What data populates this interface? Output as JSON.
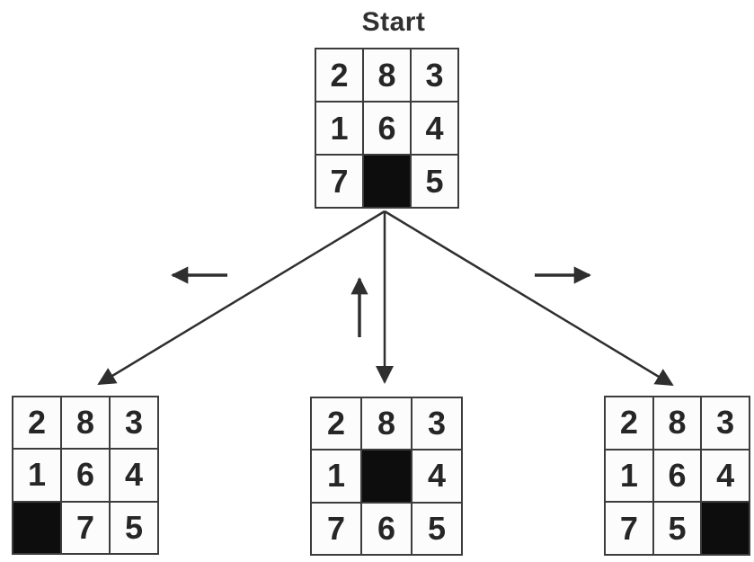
{
  "title": "Start",
  "colors": {
    "background": "#ffffff",
    "line": "#2f2f2f",
    "grid_border": "#3c3c3c",
    "tile_bg": "#fcfcfc",
    "blank_bg": "#0d0d0d",
    "number": "#262626",
    "title_color": "#303030"
  },
  "puzzles": {
    "start": {
      "rows": [
        [
          "2",
          "8",
          "3"
        ],
        [
          "1",
          "6",
          "4"
        ],
        [
          "7",
          null,
          "5"
        ]
      ]
    },
    "left_child": {
      "rows": [
        [
          "2",
          "8",
          "3"
        ],
        [
          "1",
          "6",
          "4"
        ],
        [
          null,
          "7",
          "5"
        ]
      ]
    },
    "middle_child": {
      "rows": [
        [
          "2",
          "8",
          "3"
        ],
        [
          "1",
          null,
          "4"
        ],
        [
          "7",
          "6",
          "5"
        ]
      ]
    },
    "right_child": {
      "rows": [
        [
          "2",
          "8",
          "3"
        ],
        [
          "1",
          "6",
          "4"
        ],
        [
          "7",
          "5",
          null
        ]
      ]
    }
  },
  "icons": {
    "move_left": "arrow-left-icon",
    "move_up": "arrow-up-icon",
    "move_right": "arrow-right-icon"
  }
}
